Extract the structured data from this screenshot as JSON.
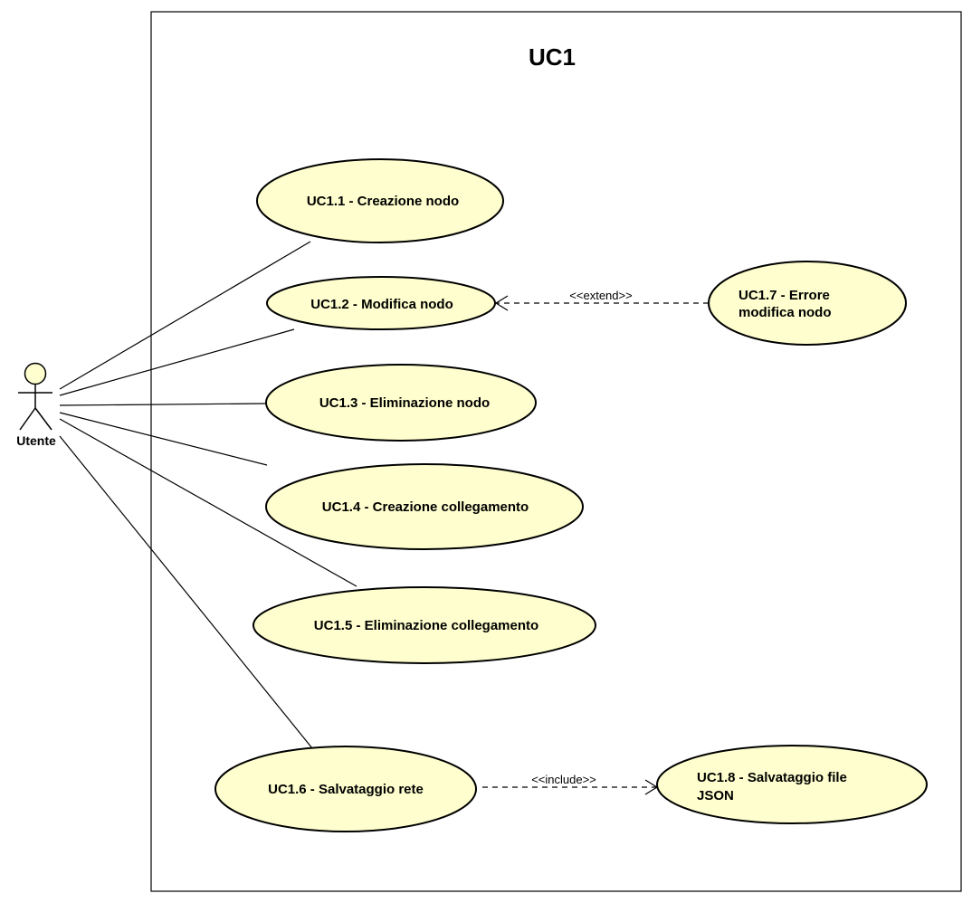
{
  "system": {
    "title": "UC1"
  },
  "actor": {
    "label": "Utente"
  },
  "use_cases": {
    "uc1_1": "UC1.1 - Creazione nodo",
    "uc1_2": "UC1.2 - Modifica nodo",
    "uc1_3": "UC1.3 - Eliminazione nodo",
    "uc1_4": "UC1.4 - Creazione collegamento",
    "uc1_5": "UC1.5 - Eliminazione collegamento",
    "uc1_6": "UC1.6 - Salvataggio rete",
    "uc1_7": [
      "UC1.7 - Errore",
      "modifica nodo"
    ],
    "uc1_8": [
      "UC1.8 - Salvataggio file",
      "JSON"
    ]
  },
  "relationships": {
    "extend_label": "<<extend>>",
    "include_label": "<<include>>"
  },
  "colors": {
    "use_case_fill": "#fefece",
    "stroke": "#000000",
    "background": "#ffffff"
  }
}
